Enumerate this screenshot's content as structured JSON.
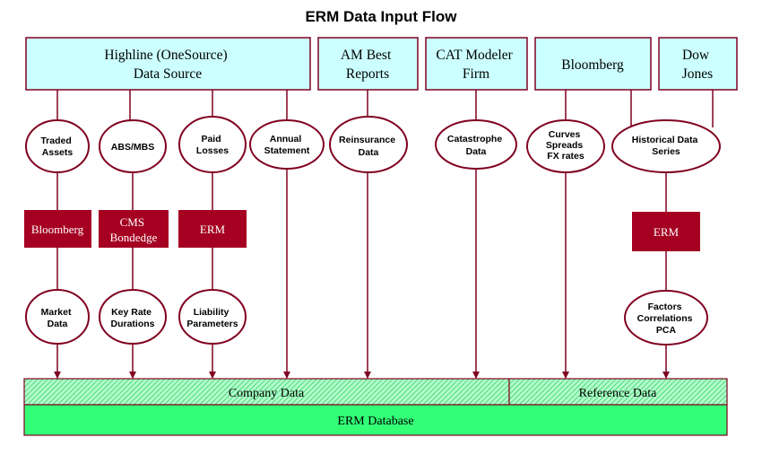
{
  "title": "ERM Data Input Flow",
  "sources": {
    "highline": [
      "Highline (OneSource)",
      "Data Source"
    ],
    "ambest": [
      "AM Best",
      "Reports"
    ],
    "cat": [
      "CAT Modeler",
      "Firm"
    ],
    "bloomberg": [
      "Bloomberg"
    ],
    "dowjones": [
      "Dow",
      "Jones"
    ]
  },
  "ovals": {
    "traded": [
      "Traded",
      "Assets"
    ],
    "absmbs": [
      "ABS/MBS"
    ],
    "paid": [
      "Paid",
      "Losses"
    ],
    "annual": [
      "Annual",
      "Statement"
    ],
    "reins": [
      "Reinsurance",
      "Data"
    ],
    "catdata": [
      "Catastrophe",
      "Data"
    ],
    "curves": [
      "Curves",
      "Spreads",
      "FX rates"
    ],
    "hist": [
      "Historical Data",
      "Series"
    ],
    "market": [
      "Market",
      "Data"
    ],
    "keyrate": [
      "Key Rate",
      "Durations"
    ],
    "liab": [
      "Liability",
      "Parameters"
    ],
    "factors": [
      "Factors",
      "Correlations",
      "PCA"
    ]
  },
  "processors": {
    "bloomberg": [
      "Bloomberg"
    ],
    "cms": [
      "CMS",
      "Bondedge"
    ],
    "erm1": [
      "ERM"
    ],
    "erm2": [
      "ERM"
    ]
  },
  "targets": {
    "company": "Company Data",
    "reference": "Reference Data",
    "database": "ERM Database"
  },
  "colors": {
    "source_fill": "#ccffff",
    "border": "#800020",
    "processor_fill": "#a50021",
    "hatch_fill": "#66ff99",
    "database_fill": "#33ff77"
  }
}
